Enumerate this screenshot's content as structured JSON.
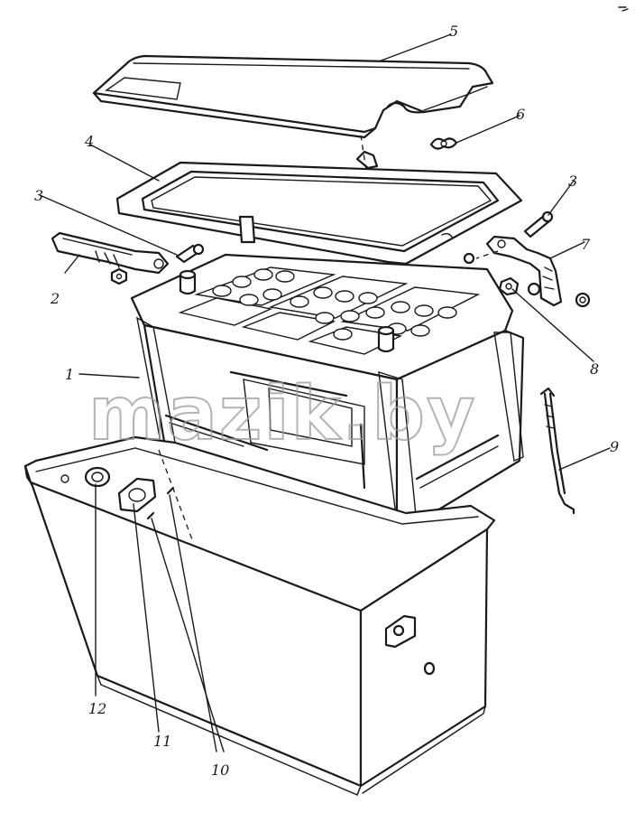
{
  "figure": {
    "watermark": "mazik.by",
    "callouts": [
      "1",
      "2",
      "3",
      "3",
      "4",
      "5",
      "6",
      "7",
      "8",
      "9",
      "10",
      "11",
      "12"
    ]
  }
}
